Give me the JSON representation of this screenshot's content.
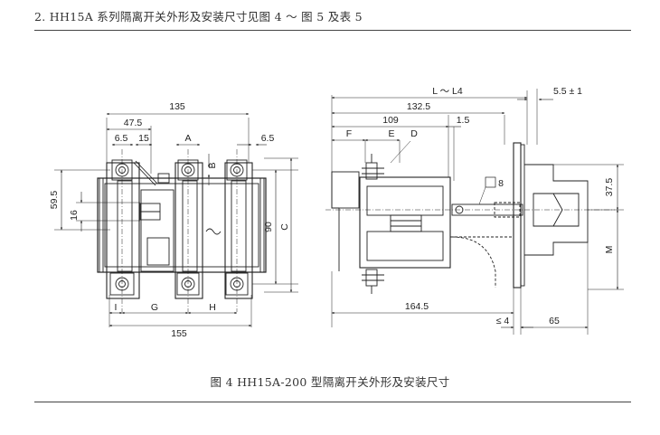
{
  "document": {
    "heading": "2. HH15A 系列隔离开关外形及安装尺寸见图 4 ～ 图 5 及表 5",
    "caption": "图 4   HH15A-200 型隔离开关外形及安装尺寸"
  },
  "front_view": {
    "dimensions": {
      "overall_width": "135",
      "pole_offset": "47.5",
      "d6_5_left": "6.5",
      "d15": "15",
      "A": "A",
      "B": "B",
      "d6_5_right": "6.5",
      "d59_5": "59.5",
      "d16": "16",
      "d90": "90",
      "C": "C",
      "I": "I",
      "G": "G",
      "H": "H",
      "d155": "155"
    }
  },
  "side_view": {
    "dimensions": {
      "L": "L ～ L4",
      "d5_5": "5.5 ± 1",
      "d132_5": "132.5",
      "d109": "109",
      "d1_5": "1.5",
      "F": "F",
      "E": "E",
      "D": "D",
      "d8": "8",
      "d37_5": "37.5",
      "M": "M",
      "d164_5": "164.5",
      "le4": "≤ 4",
      "d65": "65"
    }
  }
}
